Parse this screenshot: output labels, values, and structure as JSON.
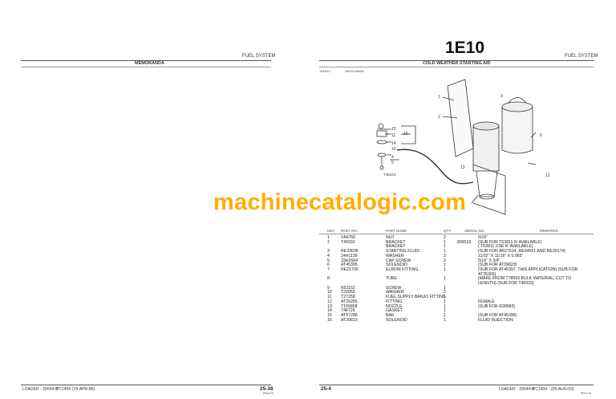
{
  "page_number_big": "1E10",
  "watermark": "machinecatalogic.com",
  "left": {
    "section": "FUEL SYSTEM",
    "heading": "MEMORANDA",
    "footer_left": "LOADER - JD644-B",
    "footer_mid": "PC1404",
    "footer_date": "(15-APR-85)",
    "footer_page": "25-38",
    "footer_sub": "PN=170"
  },
  "right": {
    "section": "FUEL SYSTEM",
    "heading": "COLD WEATHER STARTING AID",
    "ref_left": "T41612",
    "ref_mid": "UN-01JAN94",
    "figure_id": "T45223",
    "footer_page": "25-4",
    "footer_left": "LOADER - JD644-B",
    "footer_mid": "PC1404",
    "footer_date": "(06-AUG-03)",
    "footer_sub": "PN=173"
  },
  "callouts": [
    "1",
    "2",
    "3",
    "15",
    "11",
    "14",
    "16",
    "4",
    "10",
    "5",
    "13",
    "12",
    "6"
  ],
  "columns": {
    "key": "KEY",
    "part_no": "PART NO.",
    "part_name": "PART NAME",
    "qty": "QTY",
    "serial_no": "SERIAL NO.",
    "remarks": "REMARKS"
  },
  "parts": [
    {
      "key": "1",
      "pn": "14H765",
      "name": "NUT",
      "qty": "2",
      "serial": "",
      "remarks": "5/16\""
    },
    {
      "key": "2",
      "pn": "T40932",
      "name": "BRACKET",
      "qty": "1",
      "serial": "-309618",
      "remarks": "(SUB FOR T63811 IF AVAILABLE)"
    },
    {
      "key": "",
      "pn": "",
      "name": "BRACKET",
      "qty": "1",
      "serial": "",
      "remarks": "( T63811 USE IF AVAILABLE)"
    },
    {
      "key": "3",
      "pn": "RE33636",
      "name": "STARTING FLUID",
      "qty": "1",
      "serial": "",
      "remarks": "(SUB FOR AR27614, RE34561 AND RE30174)"
    },
    {
      "key": "4",
      "pn": "24H1136",
      "name": "WASHER",
      "qty": "2",
      "serial": "",
      "remarks": "11/32\" X 11/16\" X 0.065\""
    },
    {
      "key": "5",
      "pn": "19H2664",
      "name": "CAP SCREW",
      "qty": "2",
      "serial": "",
      "remarks": "5/16\" X 3/4\""
    },
    {
      "key": "6",
      "pn": "AT45395",
      "name": "SOLENOID",
      "qty": "1",
      "serial": "",
      "remarks": "(SUB FOR AT39623)"
    },
    {
      "key": "7",
      "pn": "RE21790",
      "name": "ELBOW FITTING",
      "qty": "1",
      "serial": "",
      "remarks": "(SUB FOR AT45397, THIS APPLICATION) (SUB FOR"
    },
    {
      "key": "",
      "pn": "",
      "name": "",
      "qty": "",
      "serial": "",
      "remarks": "AT25266)"
    },
    {
      "key": "8",
      "pn": "",
      "name": "TUBE",
      "qty": "1",
      "serial": "",
      "remarks": "(MAKE FROM T78593 BULK MATERIAL, CUT TO"
    },
    {
      "key": "",
      "pn": "",
      "name": "",
      "qty": "",
      "serial": "",
      "remarks": "LENGTH) (SUB FOR T40933)"
    },
    {
      "key": "9",
      "pn": "R51152",
      "name": "SCREW",
      "qty": "1",
      "serial": "",
      "remarks": ""
    },
    {
      "key": "10",
      "pn": "T29955",
      "name": "WASHER",
      "qty": "2",
      "serial": "",
      "remarks": ""
    },
    {
      "key": "11",
      "pn": "T27258",
      "name": "FUEL SUPPLY BANJO FITTING",
      "qty": "1",
      "serial": "",
      "remarks": ""
    },
    {
      "key": "12",
      "pn": "AT25265",
      "name": "FITTING",
      "qty": "1",
      "serial": "",
      "remarks": "FEMALE"
    },
    {
      "key": "13",
      "pn": "T155858",
      "name": "NOZZLE",
      "qty": "1",
      "serial": "",
      "remarks": "(SUB FOR R28583)"
    },
    {
      "key": "14",
      "pn": "T46726",
      "name": "GASKET",
      "qty": "1",
      "serial": "",
      "remarks": ""
    },
    {
      "key": "15",
      "pn": "AT57288",
      "name": "BAIL",
      "qty": "1",
      "serial": "",
      "remarks": "(SUB FOR AT45396)"
    },
    {
      "key": "16",
      "pn": "AT39623",
      "name": "SOLENOID",
      "qty": "1",
      "serial": "",
      "remarks": "FLUID INJECTION"
    }
  ]
}
